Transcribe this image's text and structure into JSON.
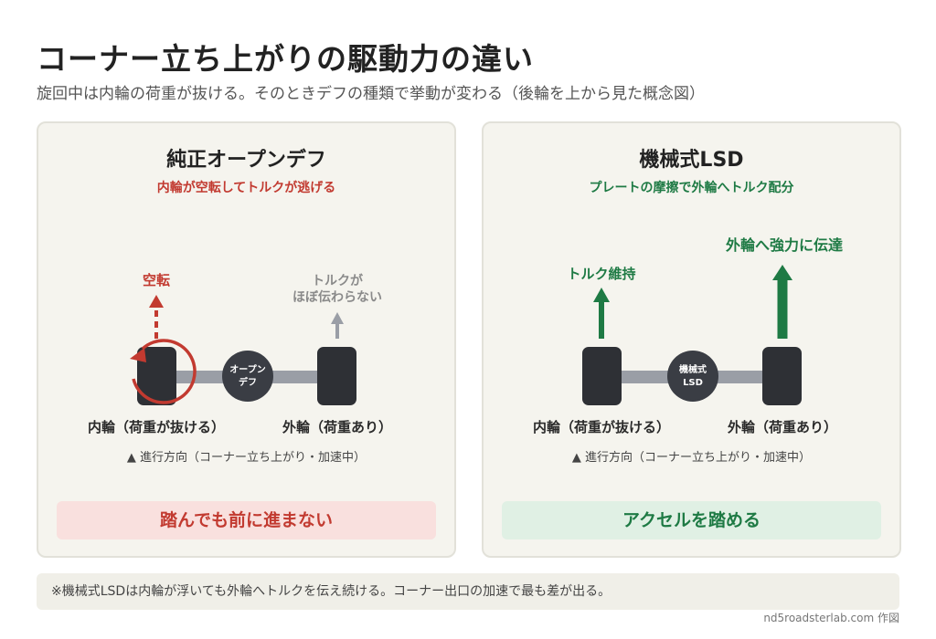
{
  "title": "コーナー立ち上がりの駆動力の違い",
  "subtitle": "旋回中は内輪の荷重が抜ける。そのときデフの種類で挙動が変わる（後輪を上から見た概念図）",
  "panels": {
    "open": {
      "title": "純正オープンデフ",
      "subtitle": "内輪が空転してトルクが逃げる",
      "inner_arrow_label": "空転",
      "outer_arrow_label_1": "トルクが",
      "outer_arrow_label_2": "ほぼ伝わらない",
      "diff_label_1": "オープン",
      "diff_label_2": "デフ",
      "inner_wheel_label": "内輪（荷重が抜ける）",
      "outer_wheel_label": "外輪（荷重あり）",
      "direction": "▲ 進行方向（コーナー立ち上がり・加速中）",
      "banner": "踏んでも前に進まない",
      "accent": "#c23a30",
      "muted": "#9a9ea6"
    },
    "lsd": {
      "title": "機械式LSD",
      "subtitle": "プレートの摩擦で外輪へトルク配分",
      "inner_arrow_label": "トルク維持",
      "outer_arrow_label": "外輪へ強力に伝達",
      "diff_label_1": "機械式",
      "diff_label_2": "LSD",
      "inner_wheel_label": "内輪（荷重が抜ける）",
      "outer_wheel_label": "外輪（荷重あり）",
      "direction": "▲ 進行方向（コーナー立ち上がり・加速中）",
      "banner": "アクセルを踏める",
      "accent": "#1e7a44"
    }
  },
  "note": "※機械式LSDは内輪が浮いても外輪へトルクを伝え続ける。コーナー出口の加速で最も差が出る。",
  "credit": "nd5roadsterlab.com 作図"
}
